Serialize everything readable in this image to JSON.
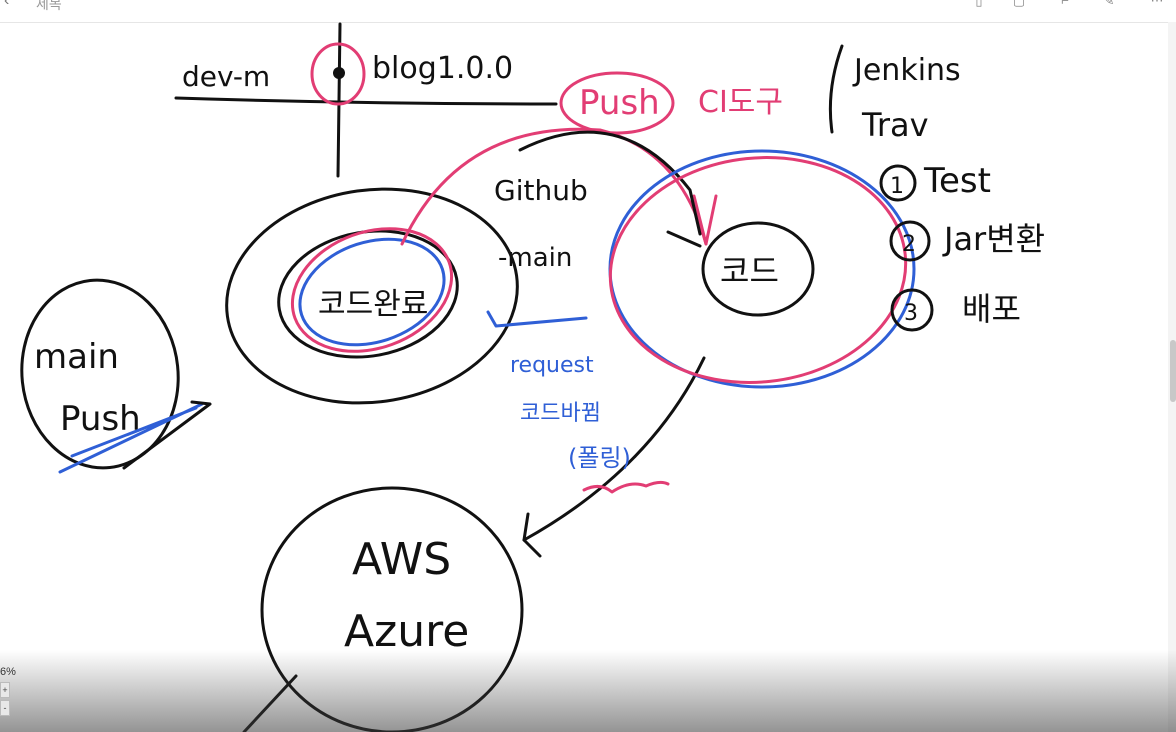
{
  "header": {
    "title": "제목",
    "icons": [
      "back-arrow-icon",
      "book-icon",
      "image-icon",
      "crop-icon",
      "pen-icon"
    ]
  },
  "canvas": {
    "labels": {
      "dev": "dev-m",
      "blog": "blog1.0.0",
      "push_top": "Push",
      "ci": "CI도구",
      "jenkins": "Jenkins",
      "trav": "Trav",
      "github": "Github",
      "main": "-main",
      "code_done": "코드완료",
      "code": "코드",
      "test": "Test",
      "jar": "Jar변환",
      "deploy": "배포",
      "step1": "1",
      "step2": "2",
      "step3": "3",
      "main_push_1": "main",
      "main_push_2": "Push",
      "request": "request",
      "code_change": "코드바뀜",
      "polling": "(폴링)",
      "aws": "AWS",
      "azure": "Azure"
    },
    "colors": {
      "black": "#111111",
      "pink": "#e23d74",
      "blue": "#2f5fd6"
    }
  },
  "status": {
    "zoom": "6%",
    "zoom_in": "+",
    "zoom_out": "-"
  }
}
